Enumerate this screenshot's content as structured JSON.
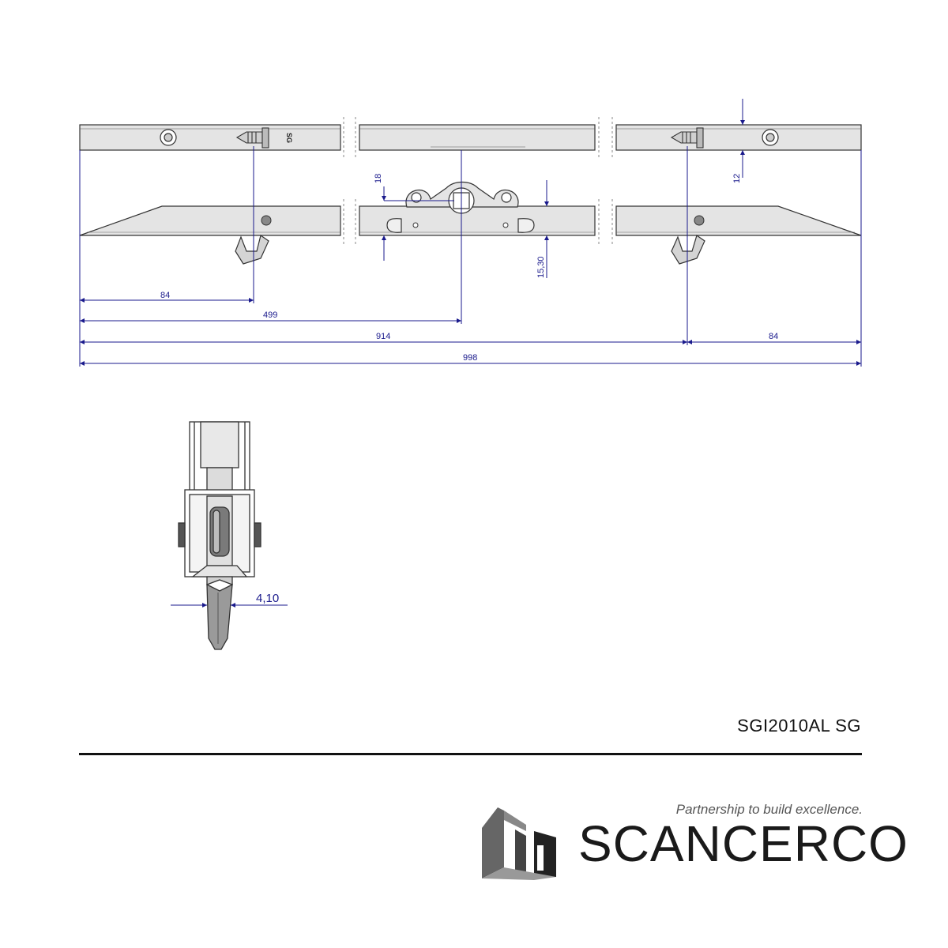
{
  "drawing": {
    "dimensions": {
      "d84_left": "84",
      "d499": "499",
      "d914": "914",
      "d84_right": "84",
      "d998": "998",
      "d18": "18",
      "d12": "12",
      "d15_30": "15,30",
      "d4_10": "4,10"
    },
    "stamp_left": "SG",
    "colors": {
      "dimension": "#1a1a8c",
      "part_fill": "#e4e4e4",
      "part_stroke": "#333333"
    }
  },
  "footer": {
    "product_code": "SGI2010AL SG",
    "tagline": "Partnership to build excellence.",
    "brand": "SCANCERCO",
    "logo_icon": "house-logo-icon"
  }
}
